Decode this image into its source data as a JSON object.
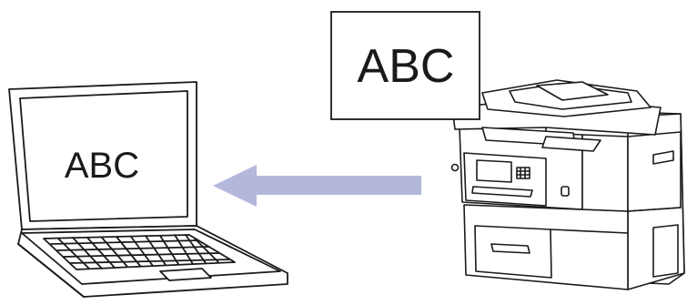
{
  "document": {
    "text": "ABC"
  },
  "laptop": {
    "screen_text": "ABC"
  },
  "arrow": {
    "direction": "left",
    "color": "#b3b8db"
  },
  "colors": {
    "line": "#1a1a1a",
    "background": "#ffffff"
  },
  "icons": [
    "document-icon",
    "laptop-icon",
    "arrow-left-icon",
    "printer-icon"
  ]
}
